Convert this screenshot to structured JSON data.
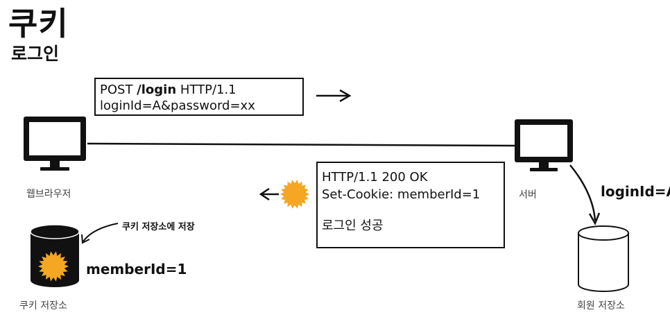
{
  "title": "쿠키",
  "subtitle": "로그인",
  "request": {
    "line1_method": "POST ",
    "line1_path": "/login",
    "line1_protocol": " HTTP/1.1",
    "line2": "loginId=A&password=xx"
  },
  "response": {
    "line1": "HTTP/1.1 200 OK",
    "line2": "Set-Cookie: memberId=1",
    "line3": "로그인 성공"
  },
  "labels": {
    "web_browser": "웹브라우저",
    "server": "서버",
    "cookie_store": "쿠키 저장소",
    "member_store": "회원 저장소",
    "login_id": "loginId=A",
    "member_id": "memberId=1",
    "cookie_save": "쿠키 저장소에 저장"
  },
  "colors": {
    "cookie": "#F5A623",
    "ink": "#111111"
  },
  "icons": [
    "monitor-icon",
    "database-icon",
    "cookie-icon",
    "arrow-icon"
  ]
}
